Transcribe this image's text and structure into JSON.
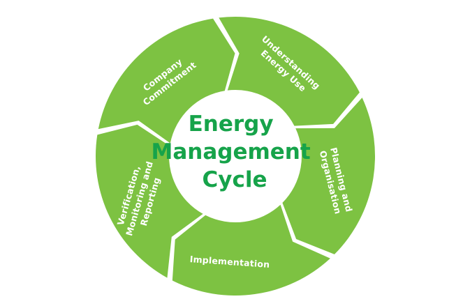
{
  "diagram": {
    "center_title": [
      "Energy",
      "Management",
      "Cycle"
    ],
    "segments": [
      {
        "id": "company-commitment",
        "lines": [
          "Company",
          "Commitment"
        ]
      },
      {
        "id": "understanding-energy-use",
        "lines": [
          "Understanding",
          "Energy Use"
        ]
      },
      {
        "id": "planning-and-organisation",
        "lines": [
          "Planning and",
          "Organisation"
        ]
      },
      {
        "id": "implementation",
        "lines": [
          "Implementation"
        ]
      },
      {
        "id": "verification-monitoring-reporting",
        "lines": [
          "Verification,",
          "Monitoring and",
          "Reporting"
        ]
      }
    ],
    "colors": {
      "segment": "#7dc242",
      "center_text": "#16a34a",
      "background": "#ffffff"
    }
  }
}
